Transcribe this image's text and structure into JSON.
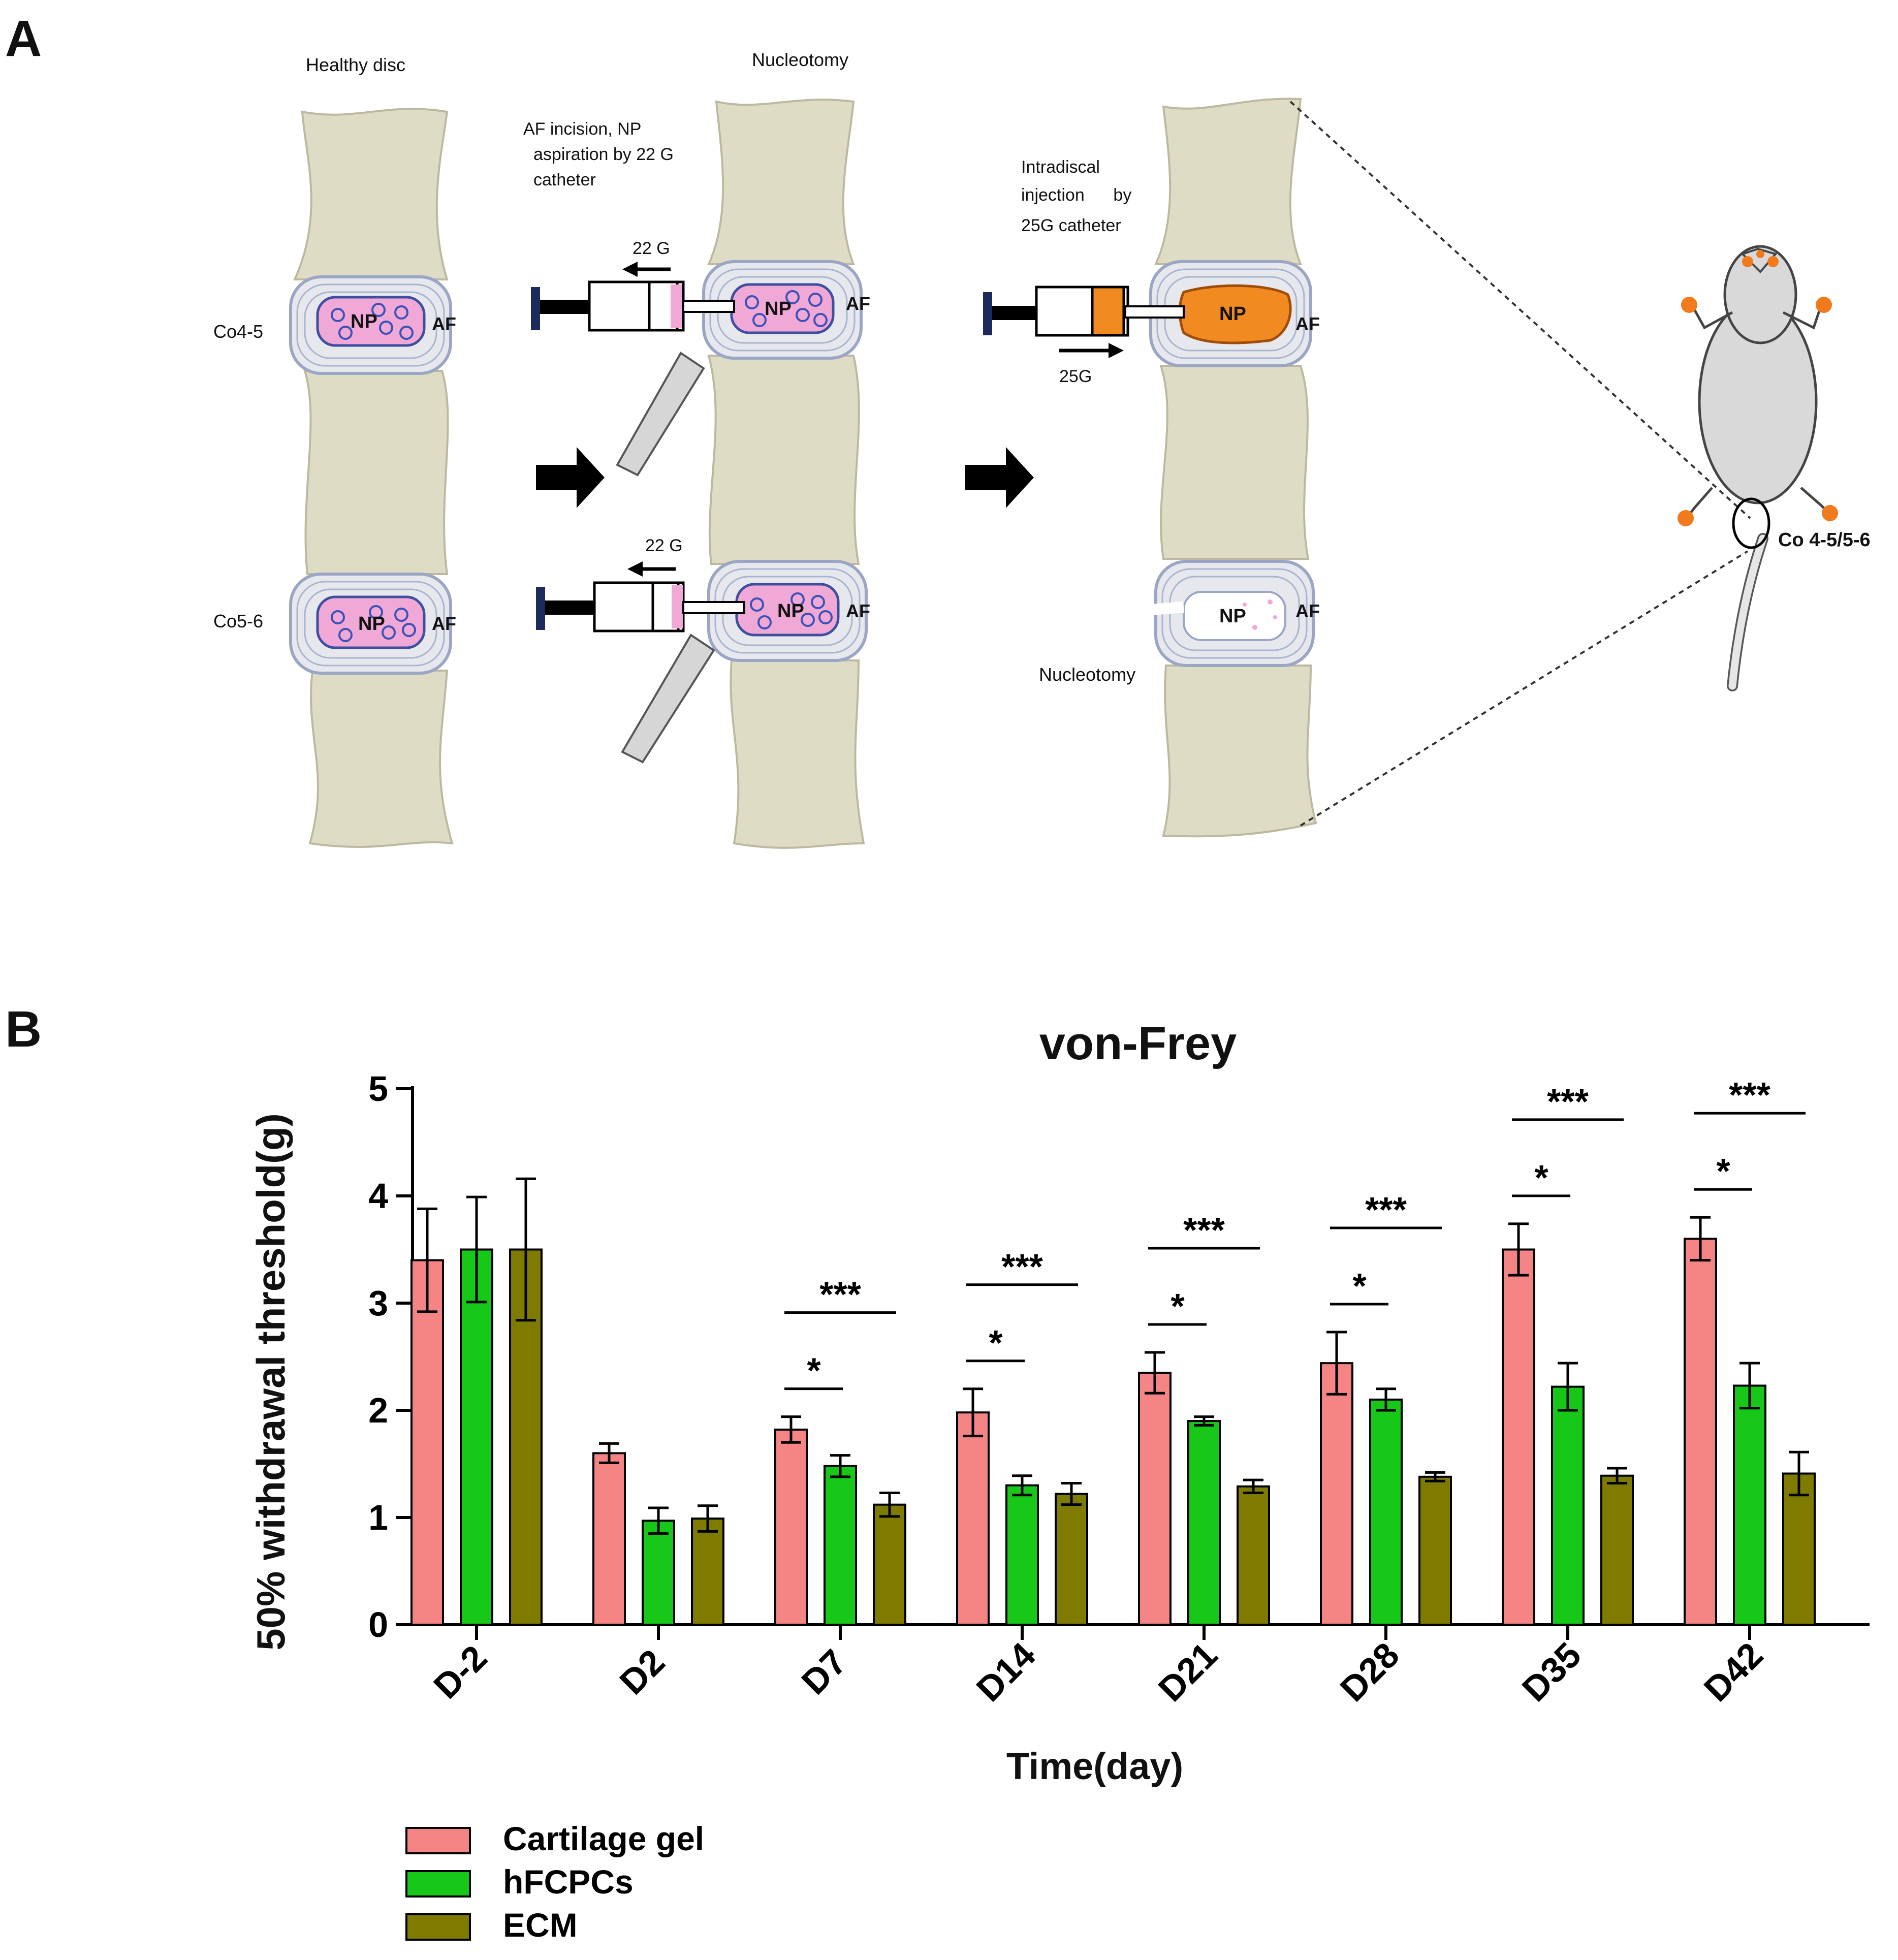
{
  "panel_a": {
    "letter": "A",
    "healthy_title": "Healthy disc",
    "nucleotomy_title": "Nucleotomy",
    "af_incision_note": "AF incision, NP aspiration by 22 G catheter",
    "af_incision_lines": [
      "AF incision, NP",
      "aspiration by 22 G",
      "catheter"
    ],
    "injection_note": "Intradiscal injection by 25G catheter",
    "injection_lines": [
      "Intradiscal",
      "injection      by",
      "25G catheter"
    ],
    "level_co45": "Co4-5",
    "level_co56": "Co5-6",
    "np": "NP",
    "af": "AF",
    "gauge_22": "22 G",
    "gauge_25": "25G",
    "nucleotomy_label": "Nucleotomy",
    "rat_label": "Co 4-5/5-6",
    "colors": {
      "bone": "#dfdcc6",
      "np_pink": "#f0a8d6",
      "np_orange": "#f28a22",
      "rat_paw": "#f07a1c"
    }
  },
  "panel_b": {
    "letter": "B"
  },
  "chart_data": {
    "type": "bar",
    "title": "von-Frey",
    "xlabel": "Time(day)",
    "ylabel": "50% withdrawal threshold(g)",
    "ylim": [
      0,
      5
    ],
    "yticks": [
      "0",
      "1",
      "2",
      "3",
      "4",
      "5"
    ],
    "categories": [
      "D-2",
      "D2",
      "D7",
      "D14",
      "D21",
      "D28",
      "D35",
      "D42"
    ],
    "series": [
      {
        "name": "Cartilage gel",
        "color": "#f58484",
        "values": [
          3.4,
          1.6,
          1.82,
          1.98,
          2.35,
          2.44,
          3.5,
          3.6
        ],
        "errors": [
          0.48,
          0.09,
          0.12,
          0.22,
          0.19,
          0.29,
          0.24,
          0.2
        ]
      },
      {
        "name": "hFCPCs",
        "color": "#18c818",
        "values": [
          3.5,
          0.97,
          1.48,
          1.3,
          1.9,
          2.1,
          2.22,
          2.23
        ],
        "errors": [
          0.49,
          0.12,
          0.1,
          0.09,
          0.04,
          0.1,
          0.22,
          0.21
        ]
      },
      {
        "name": "ECM",
        "color": "#7f7b00",
        "values": [
          3.5,
          0.99,
          1.12,
          1.22,
          1.29,
          1.38,
          1.39,
          1.41
        ],
        "errors": [
          0.66,
          0.12,
          0.11,
          0.1,
          0.06,
          0.04,
          0.07,
          0.2
        ]
      }
    ],
    "significance": [
      {
        "category": "D7",
        "single": "*",
        "triple": "***"
      },
      {
        "category": "D14",
        "single": "*",
        "triple": "***"
      },
      {
        "category": "D21",
        "single": "*",
        "triple": "***"
      },
      {
        "category": "D28",
        "single": "*",
        "triple": "***"
      },
      {
        "category": "D35",
        "single": "*",
        "triple": "***"
      },
      {
        "category": "D42",
        "single": "*",
        "triple": "***"
      }
    ],
    "legend_position": "bottom-left",
    "grid": false
  }
}
